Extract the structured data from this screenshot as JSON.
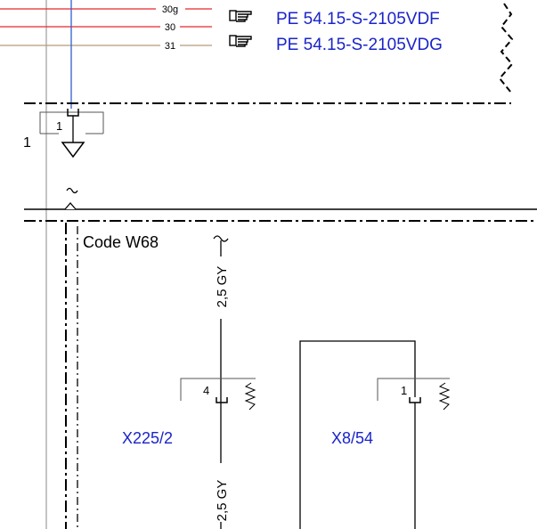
{
  "wires": [
    {
      "label": "30g",
      "color": "#e8262b"
    },
    {
      "label": "30",
      "color": "#e8262b"
    },
    {
      "label": "31",
      "color": "#b59a7c"
    }
  ],
  "refs": [
    {
      "text": "PE 54.15-S-2105VDF",
      "icon": "pointing-hand-icon"
    },
    {
      "text": "PE 54.15-S-2105VDG",
      "icon": "pointing-hand-icon"
    }
  ],
  "ground": {
    "pin": "1",
    "side_label": "1"
  },
  "code_label": "Code W68",
  "wire_spec_top": "2,5 GY",
  "wire_spec_bottom": "2,5 GY",
  "connectors": [
    {
      "name": "X225/2",
      "pin": "4"
    },
    {
      "name": "X8/54",
      "pin": "1"
    }
  ],
  "colors": {
    "ref_text": "#1a24c8",
    "signal_wire": "#2f5fd0",
    "line": "#000000",
    "frame": "#888888"
  }
}
